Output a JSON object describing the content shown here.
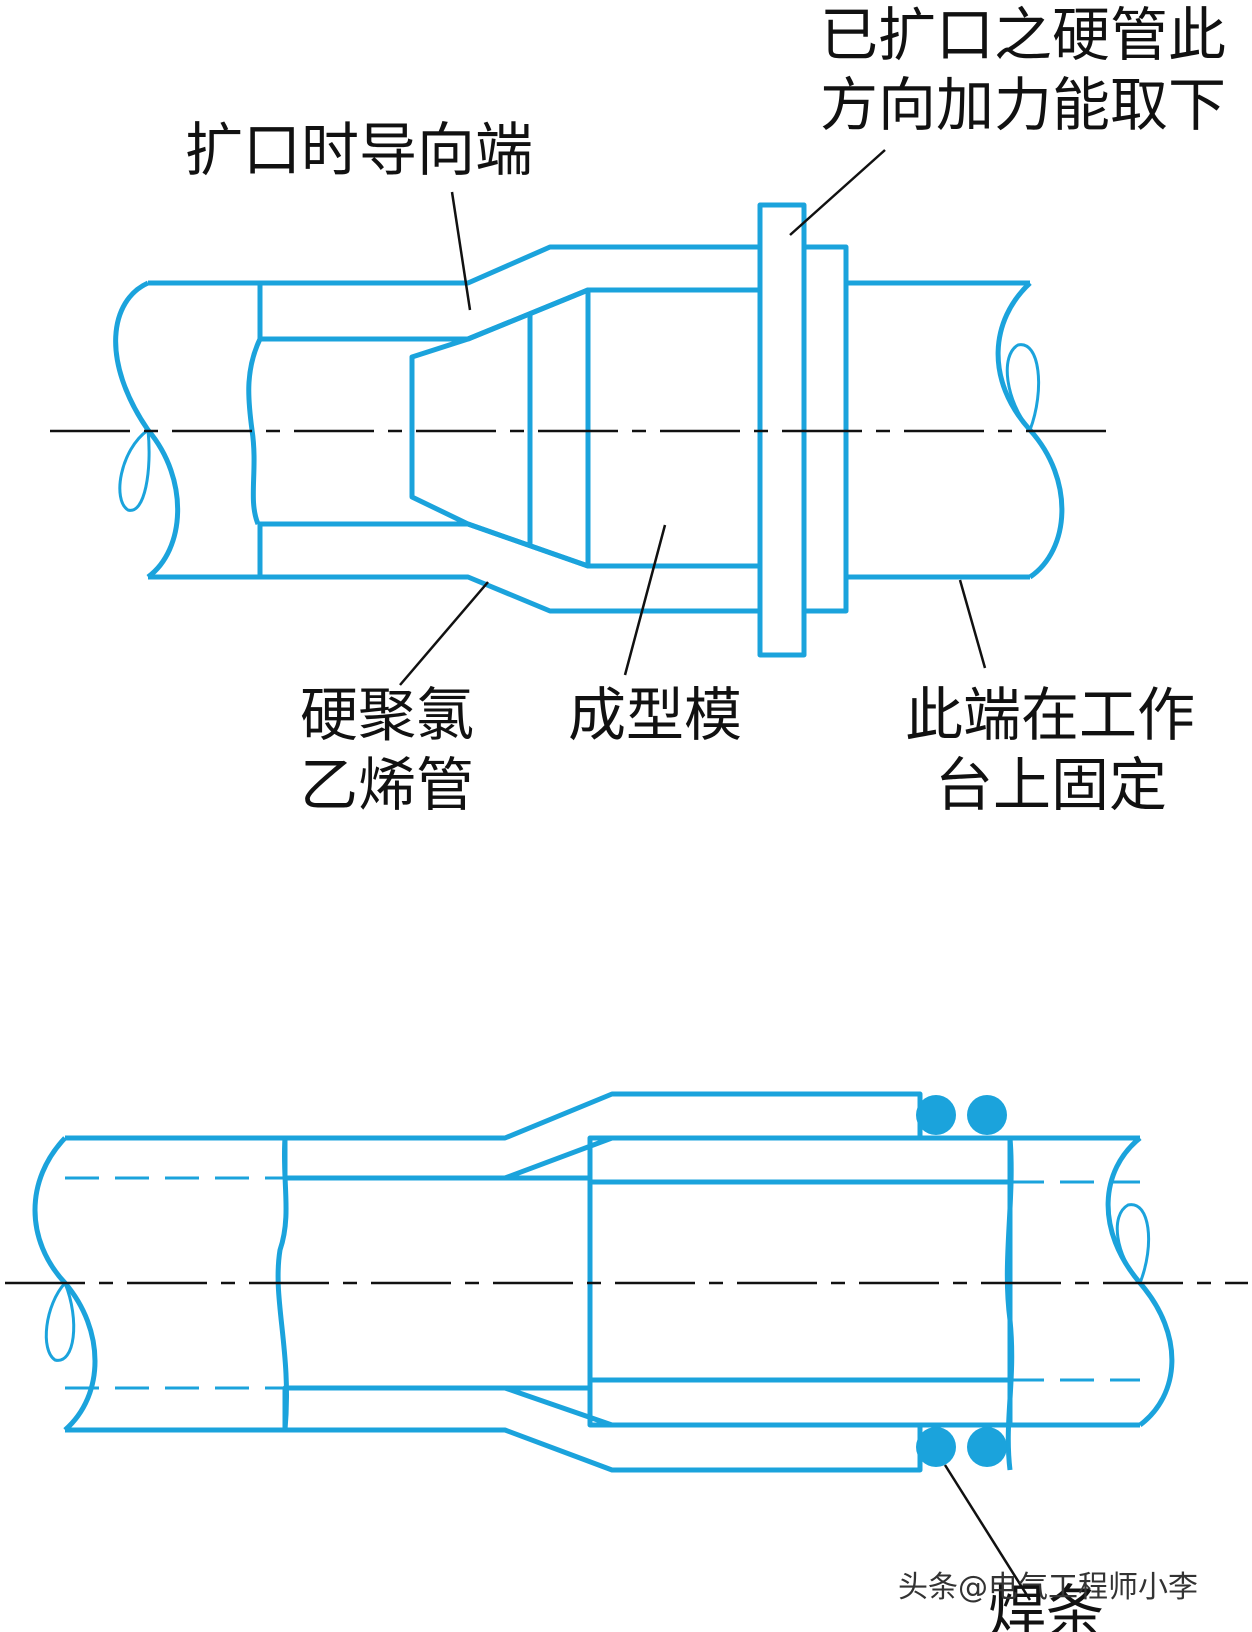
{
  "figure_top": {
    "label_guide_end": "扩口时导向端",
    "label_pull_line1": "已扩口之硬管此",
    "label_pull_line2": "方向加力能取下",
    "label_pvc_line1": "硬聚氯",
    "label_pvc_line2": "乙烯管",
    "label_mold": "成型模",
    "label_fixed_line1": "此端在工作",
    "label_fixed_line2": "台上固定"
  },
  "figure_bottom": {
    "label_weld_rod": "焊条"
  },
  "watermark": "头条@电气工程师小李",
  "colors": {
    "pipe_line": "#1ba3dc",
    "weld_bead": "#1ba3dc",
    "text": "#111111",
    "background": "#ffffff"
  }
}
